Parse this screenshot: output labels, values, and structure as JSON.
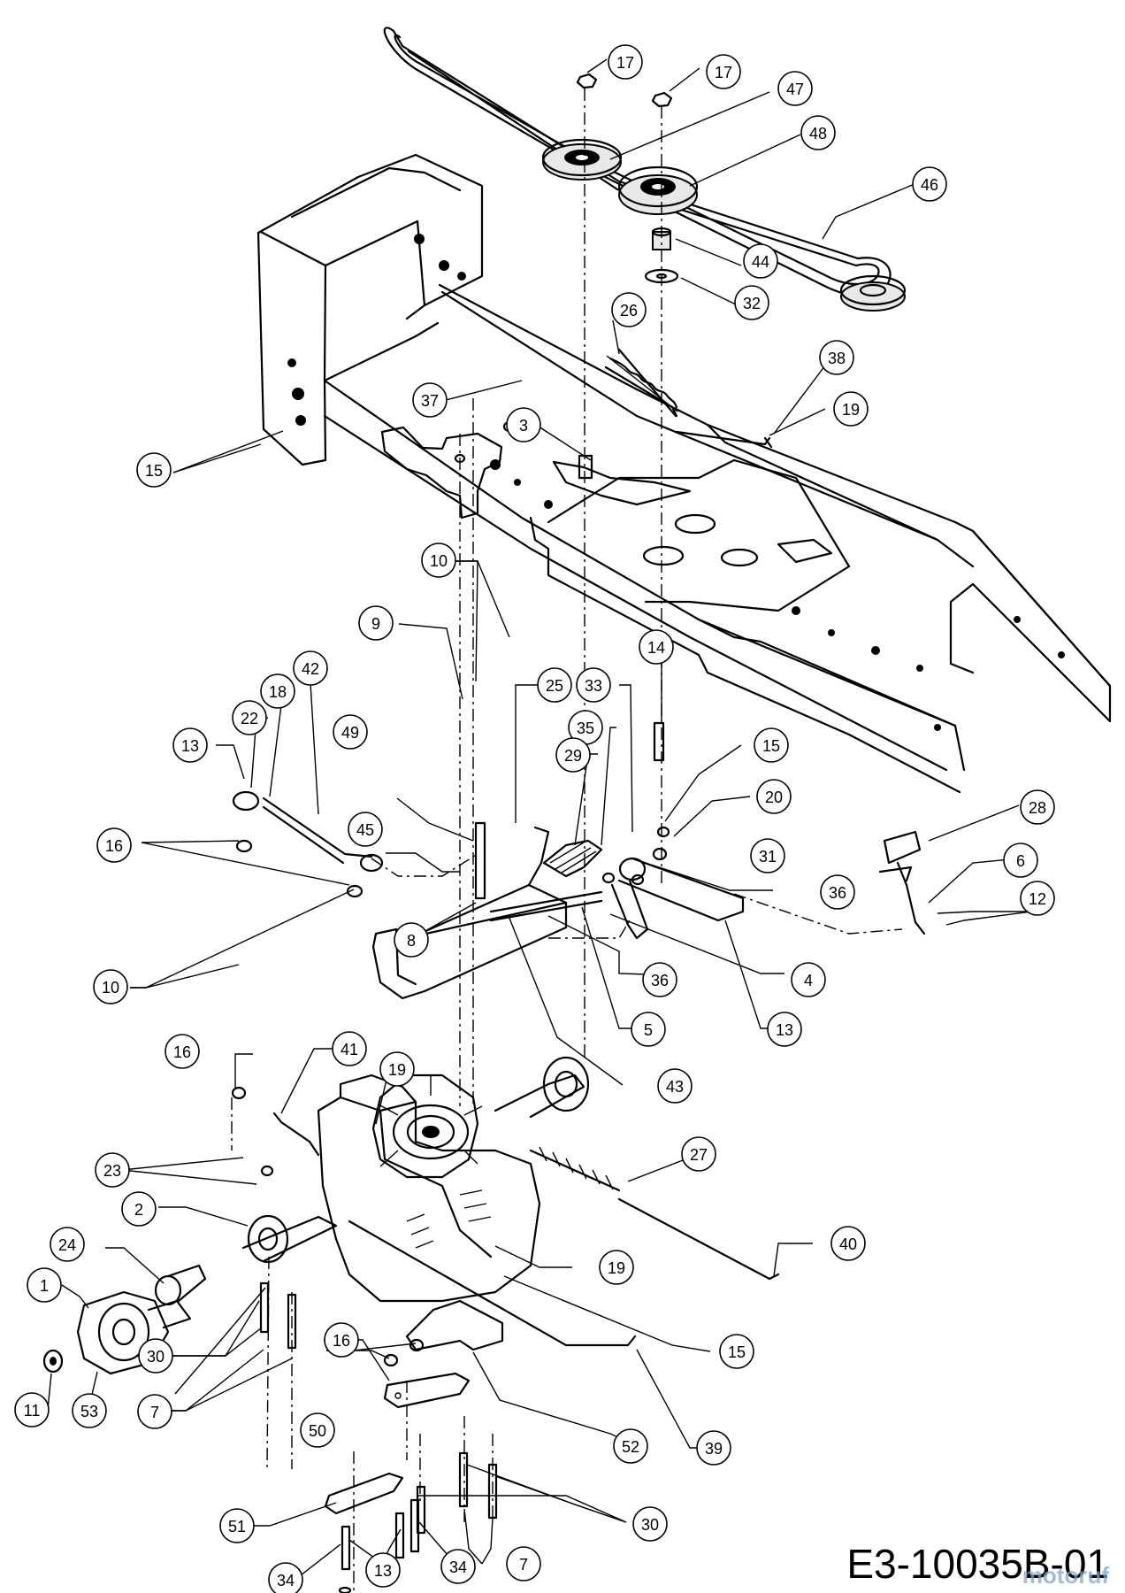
{
  "drawing_code": "E3-10035B-01",
  "watermark": "motoruf",
  "callouts": [
    {
      "label": "17"
    },
    {
      "label": "17"
    },
    {
      "label": "47"
    },
    {
      "label": "48"
    },
    {
      "label": "46"
    },
    {
      "label": "44"
    },
    {
      "label": "32"
    },
    {
      "label": "26"
    },
    {
      "label": "38"
    },
    {
      "label": "19"
    },
    {
      "label": "37"
    },
    {
      "label": "3"
    },
    {
      "label": "15"
    },
    {
      "label": "10"
    },
    {
      "label": "9"
    },
    {
      "label": "42"
    },
    {
      "label": "18"
    },
    {
      "label": "22"
    },
    {
      "label": "13"
    },
    {
      "label": "49"
    },
    {
      "label": "25"
    },
    {
      "label": "33"
    },
    {
      "label": "14"
    },
    {
      "label": "35"
    },
    {
      "label": "29"
    },
    {
      "label": "15"
    },
    {
      "label": "20"
    },
    {
      "label": "28"
    },
    {
      "label": "45"
    },
    {
      "label": "16"
    },
    {
      "label": "31"
    },
    {
      "label": "6"
    },
    {
      "label": "36"
    },
    {
      "label": "12"
    },
    {
      "label": "8"
    },
    {
      "label": "36"
    },
    {
      "label": "4"
    },
    {
      "label": "10"
    },
    {
      "label": "5"
    },
    {
      "label": "13"
    },
    {
      "label": "16"
    },
    {
      "label": "41"
    },
    {
      "label": "19"
    },
    {
      "label": "43"
    },
    {
      "label": "27"
    },
    {
      "label": "23"
    },
    {
      "label": "2"
    },
    {
      "label": "40"
    },
    {
      "label": "24"
    },
    {
      "label": "19"
    },
    {
      "label": "1"
    },
    {
      "label": "15"
    },
    {
      "label": "30"
    },
    {
      "label": "16"
    },
    {
      "label": "7"
    },
    {
      "label": "11"
    },
    {
      "label": "53"
    },
    {
      "label": "50"
    },
    {
      "label": "52"
    },
    {
      "label": "39"
    },
    {
      "label": "30"
    },
    {
      "label": "51"
    },
    {
      "label": "34"
    },
    {
      "label": "13"
    },
    {
      "label": "34"
    },
    {
      "label": "7"
    }
  ]
}
